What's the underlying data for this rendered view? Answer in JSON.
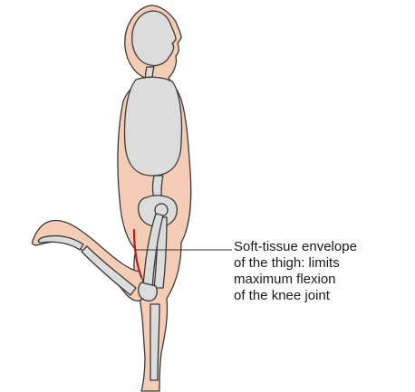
{
  "annotation": {
    "lines": [
      "Soft-tissue envelope",
      "of the thigh:  limits",
      "maximum flexion",
      "of the knee joint"
    ]
  },
  "colors": {
    "skin": "#f5cdb6",
    "bone": "#dcdcdc",
    "outline": "#333333",
    "highlight": "#b01e1e"
  },
  "icons": [
    "body-silhouette",
    "skeleton"
  ]
}
